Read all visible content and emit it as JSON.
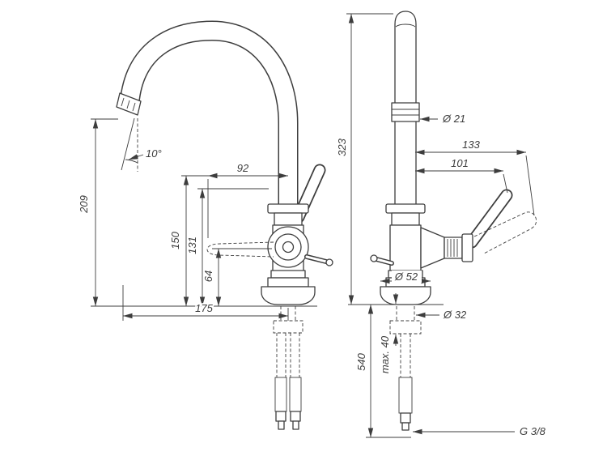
{
  "drawing": {
    "background": "#ffffff",
    "line_color": "#3d3d3d",
    "front_view": {
      "dims": {
        "spout_outlet_height": "209",
        "spray_angle": "10°",
        "lever_to_spout_axis": "92",
        "lever_height": "150",
        "body_height": "131",
        "side_lever_height": "64",
        "spout_reach": "175"
      }
    },
    "side_view": {
      "dims": {
        "total_height": "323",
        "spout_diameter": "Ø 21",
        "lever_reach_max": "133",
        "lever_reach": "101",
        "base_diameter": "Ø 52",
        "shaft_diameter": "Ø 32",
        "hose_length": "540",
        "max_mounting_thickness": "max. 40",
        "connection_thread": "G 3/8"
      }
    }
  }
}
